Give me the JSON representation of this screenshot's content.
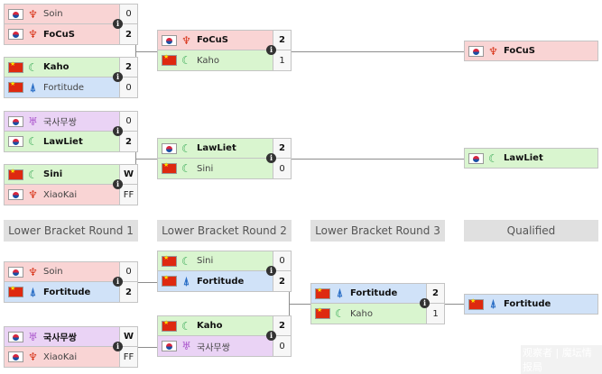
{
  "headers": [
    "Lower Bracket Round 1",
    "Lower Bracket Round 2",
    "Lower Bracket Round 3",
    "Qualified"
  ],
  "groups": [
    {
      "r1": [
        {
          "top": {
            "name": "Soin",
            "flag": "kr",
            "race": "zerg",
            "score": "0",
            "result": "lose",
            "bg": "red"
          },
          "bot": {
            "name": "FoCuS",
            "flag": "kr",
            "race": "zerg",
            "score": "2",
            "result": "win",
            "bg": "red"
          }
        },
        {
          "top": {
            "name": "Kaho",
            "flag": "cn",
            "race": "nightelf",
            "score": "2",
            "result": "win",
            "bg": "green"
          },
          "bot": {
            "name": "Fortitude",
            "flag": "cn",
            "race": "protoss",
            "score": "0",
            "result": "lose",
            "bg": "blue"
          }
        }
      ],
      "r2": {
        "top": {
          "name": "FoCuS",
          "flag": "kr",
          "race": "zerg",
          "score": "2",
          "result": "win",
          "bg": "red"
        },
        "bot": {
          "name": "Kaho",
          "flag": "cn",
          "race": "nightelf",
          "score": "1",
          "result": "lose",
          "bg": "green"
        }
      },
      "qualified": {
        "name": "FoCuS",
        "flag": "kr",
        "race": "zerg",
        "bg": "red"
      }
    },
    {
      "r1": [
        {
          "top": {
            "name": "국사무쌍",
            "flag": "kr",
            "race": "terran",
            "score": "0",
            "result": "lose",
            "bg": "purple"
          },
          "bot": {
            "name": "LawLiet",
            "flag": "kr",
            "race": "nightelf",
            "score": "2",
            "result": "win",
            "bg": "green"
          }
        },
        {
          "top": {
            "name": "Sini",
            "flag": "cn",
            "race": "nightelf",
            "score": "W",
            "result": "win",
            "bg": "green"
          },
          "bot": {
            "name": "XiaoKai",
            "flag": "kr",
            "race": "zerg",
            "score": "FF",
            "result": "lose",
            "bg": "red"
          }
        }
      ],
      "r2": {
        "top": {
          "name": "LawLiet",
          "flag": "kr",
          "race": "nightelf",
          "score": "2",
          "result": "win",
          "bg": "green"
        },
        "bot": {
          "name": "Sini",
          "flag": "cn",
          "race": "nightelf",
          "score": "0",
          "result": "lose",
          "bg": "green"
        }
      },
      "qualified": {
        "name": "LawLiet",
        "flag": "kr",
        "race": "nightelf",
        "bg": "green"
      }
    },
    {
      "r1": [
        {
          "top": {
            "name": "Soin",
            "flag": "kr",
            "race": "zerg",
            "score": "0",
            "result": "lose",
            "bg": "red"
          },
          "bot": {
            "name": "Fortitude",
            "flag": "cn",
            "race": "protoss",
            "score": "2",
            "result": "win",
            "bg": "blue"
          }
        },
        {
          "top": {
            "name": "국사무쌍",
            "flag": "kr",
            "race": "terran",
            "score": "W",
            "result": "win",
            "bg": "purple"
          },
          "bot": {
            "name": "XiaoKai",
            "flag": "kr",
            "race": "zerg",
            "score": "FF",
            "result": "lose",
            "bg": "red"
          }
        }
      ],
      "r2": [
        {
          "top": {
            "name": "Sini",
            "flag": "cn",
            "race": "nightelf",
            "score": "0",
            "result": "lose",
            "bg": "green"
          },
          "bot": {
            "name": "Fortitude",
            "flag": "cn",
            "race": "protoss",
            "score": "2",
            "result": "win",
            "bg": "blue"
          }
        },
        {
          "top": {
            "name": "Kaho",
            "flag": "cn",
            "race": "nightelf",
            "score": "2",
            "result": "win",
            "bg": "green"
          },
          "bot": {
            "name": "국사무쌍",
            "flag": "kr",
            "race": "terran",
            "score": "0",
            "result": "lose",
            "bg": "purple"
          }
        }
      ],
      "r3": {
        "top": {
          "name": "Fortitude",
          "flag": "cn",
          "race": "protoss",
          "score": "2",
          "result": "win",
          "bg": "blue"
        },
        "bot": {
          "name": "Kaho",
          "flag": "cn",
          "race": "nightelf",
          "score": "1",
          "result": "lose",
          "bg": "green"
        }
      },
      "qualified": {
        "name": "Fortitude",
        "flag": "cn",
        "race": "protoss",
        "bg": "blue"
      }
    }
  ],
  "icons": {
    "zerg": "zerg-race-icon",
    "protoss": "protoss-race-icon",
    "nightelf": "night-elf-race-icon",
    "terran": "terran-race-icon",
    "info": "info-icon"
  },
  "watermark": "观察者 | 魔坛情报局",
  "colors": {
    "red": "#f9d4d4",
    "green": "#d9f5cf",
    "blue": "#d0e2f8",
    "purple": "#ead3f5",
    "header_bg": "#e0e0e0",
    "wire": "#8d8d8d"
  }
}
